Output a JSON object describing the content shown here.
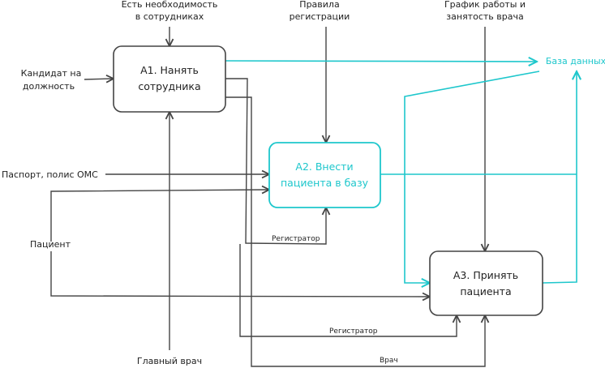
{
  "diagram": {
    "blocks": {
      "a1": {
        "line1": "А1. Нанять",
        "line2": "сотрудника"
      },
      "a2": {
        "line1": "А2. Внести",
        "line2": "пациента в базу"
      },
      "a3": {
        "line1": "А3. Принять",
        "line2": "пациента"
      }
    },
    "labels": {
      "need_line1": "Есть необходимость",
      "need_line2": "в сотрудниках",
      "rules_line1": "Правила",
      "rules_line2": "регистрации",
      "schedule_line1": "График работы и",
      "schedule_line2": "занятость врача",
      "candidate_line1": "Кандидат на",
      "candidate_line2": "должность",
      "passport": "Паспорт, полис ОМС",
      "patient": "Пациент",
      "database": "База данных",
      "registrar_a2": "Регистратор",
      "registrar_a3": "Регистратор",
      "doctor": "Врач",
      "chief_doctor": "Главный врач"
    },
    "colors": {
      "accent": "#1ec7cc",
      "line": "#444444"
    }
  }
}
